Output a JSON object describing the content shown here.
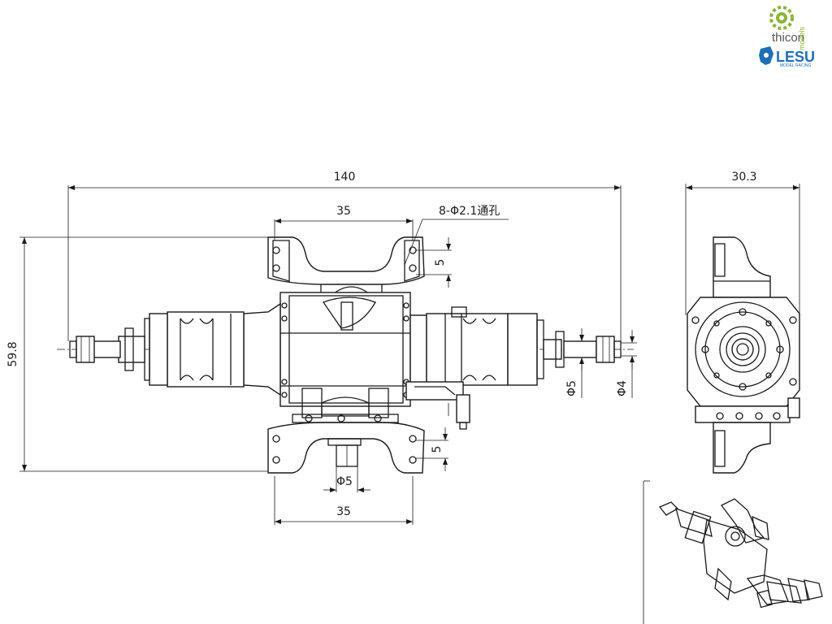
{
  "logos": {
    "thicon_name": "thicon",
    "thicon_sub": "models",
    "lesu_name": "LESU",
    "lesu_sub": "MODEL RACING",
    "thicon_color": "#8cb43c",
    "lesu_color": "#1f6fb4"
  },
  "dimensions": {
    "overall_width": "140",
    "bracket_top_width": "35",
    "bracket_bottom_width": "35",
    "hole_note": "8-Φ2.1通孔",
    "top_slot": "5",
    "bottom_slot": "5",
    "height": "59.8",
    "shaft_dia_bottom": "Φ5",
    "shaft_dia_left": "Φ5",
    "shaft_dia_right": "Φ4",
    "side_width": "30.3"
  }
}
